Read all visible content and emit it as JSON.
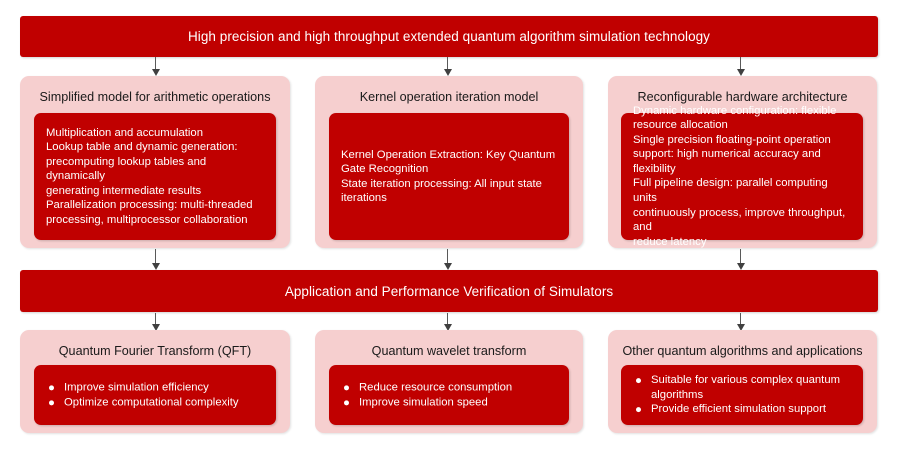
{
  "diagram": {
    "title": "High precision and high throughput extended quantum algorithm simulation technology",
    "mid_banner": "Application and Performance Verification of Simulators",
    "colors": {
      "red": "#C00000",
      "pink": "#F6CFCF",
      "arrow": "#595959",
      "text_light": "#FFFFFF",
      "text_dark": "#1A1A1A"
    },
    "row_methods": [
      {
        "title": "Simplified model for arithmetic operations",
        "body": "Multiplication and accumulation\nLookup table and dynamic generation:\nprecomputing lookup tables and dynamically\ngenerating intermediate results\nParallelization processing: multi-threaded\nprocessing, multiprocessor collaboration"
      },
      {
        "title": "Kernel operation iteration model",
        "body": "Kernel Operation Extraction: Key Quantum\nGate Recognition\nState iteration processing: All input state\niterations"
      },
      {
        "title": "Reconfigurable hardware architecture",
        "body": "Dynamic hardware configuration: flexible\nresource allocation\nSingle precision floating-point operation\nsupport: high numerical accuracy and flexibility\nFull pipeline design: parallel computing units\ncontinuously process, improve throughput, and\nreduce latency"
      }
    ],
    "row_applications": [
      {
        "title": "Quantum Fourier Transform (QFT)",
        "bullets": [
          "Improve simulation efficiency",
          "Optimize computational complexity"
        ]
      },
      {
        "title": "Quantum wavelet transform",
        "bullets": [
          "Reduce resource consumption",
          "Improve simulation speed"
        ]
      },
      {
        "title": "Other quantum algorithms and  applications",
        "bullets": [
          "Suitable for various complex quantum algorithms",
          "Provide efficient simulation support"
        ]
      }
    ]
  }
}
